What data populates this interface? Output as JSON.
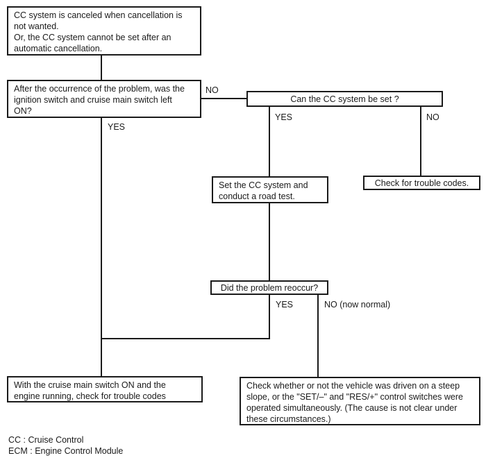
{
  "flowchart": {
    "start": "CC system is canceled when cancellation is\nnot wanted.\nOr, the CC system cannot be set after an\nautomatic cancellation.",
    "question_ignition": "After the occurrence of the problem, was the\nignition switch and cruise main switch left\nON?",
    "question_can_set": "Can the CC system be set ?",
    "action_road_test": "Set the CC system and\nconduct a road test.",
    "action_check_codes": "Check for trouble codes.",
    "question_reoccur": "Did the problem reoccur?",
    "action_check_codes_running": "With the cruise main switch ON and the\nengine running, check for trouble codes",
    "action_check_slope": "Check whether or not the vehicle was driven on a steep\nslope, or the \"SET/–\" and \"RES/+\" control switches were\noperated simultaneously. (The cause is not clear under\nthese circumstances.)",
    "labels": {
      "no_ignition": "NO",
      "yes_ignition": "YES",
      "yes_can_set": "YES",
      "no_can_set": "NO",
      "yes_reoccur": "YES",
      "no_reoccur": "NO (now normal)"
    },
    "legend": {
      "cc": "CC : Cruise Control",
      "ecm": "ECM : Engine Control Module"
    },
    "colors": {
      "line": "#1a1a1a",
      "background": "#ffffff"
    }
  }
}
